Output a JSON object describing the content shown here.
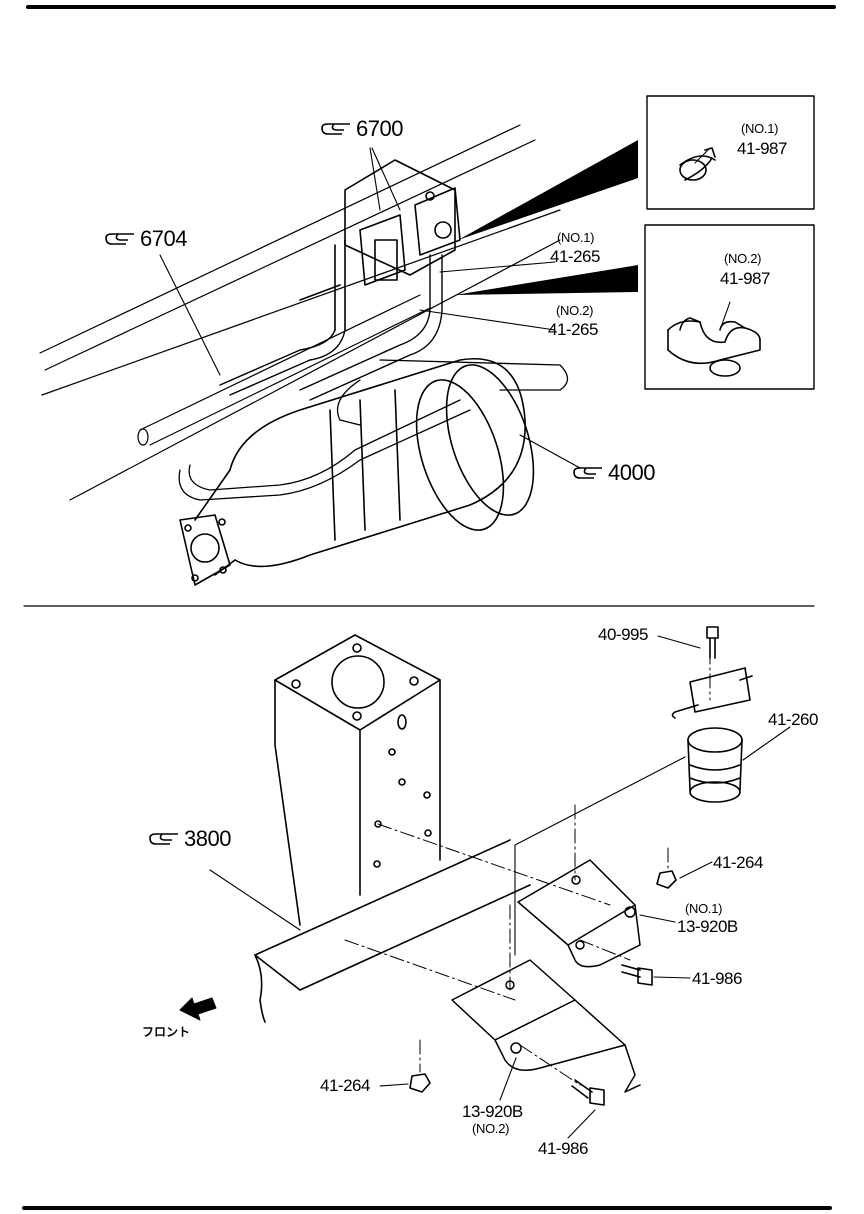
{
  "references": {
    "ref_6700": "6700",
    "ref_6704": "6704",
    "ref_4000": "4000",
    "ref_3800": "3800"
  },
  "callouts": {
    "clamp_no1_inset": {
      "sub": "(NO.1)",
      "part": "41-987"
    },
    "clamp_no2_inset": {
      "sub": "(NO.2)",
      "part": "41-987"
    },
    "hose_no1": {
      "sub": "(NO.1)",
      "part": "41-265"
    },
    "hose_no2": {
      "sub": "(NO.2)",
      "part": "41-265"
    },
    "bolt_top": {
      "part": "40-995"
    },
    "valve": {
      "part": "41-260"
    },
    "nut_right": {
      "part": "41-264"
    },
    "bracket_no1": {
      "sub": "(NO.1)",
      "part": "13-920B"
    },
    "bolt_right": {
      "part": "41-986"
    },
    "nut_left": {
      "part": "41-264"
    },
    "bracket_no2": {
      "part": "13-920B",
      "sub": "(NO.2)"
    },
    "bolt_bottom": {
      "part": "41-986"
    }
  },
  "front_label": "フロント",
  "icons": [
    "reference-hand-icon",
    "front-arrow-icon"
  ],
  "colors": {
    "ink": "#000000",
    "paper": "#ffffff"
  }
}
